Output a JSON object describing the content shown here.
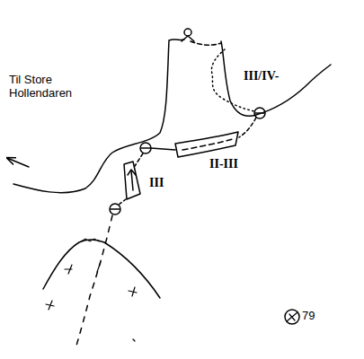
{
  "diagram": {
    "labels": [
      "Til Store Hollendaren",
      "III/IV-",
      "II-III",
      "III",
      "79"
    ]
  }
}
